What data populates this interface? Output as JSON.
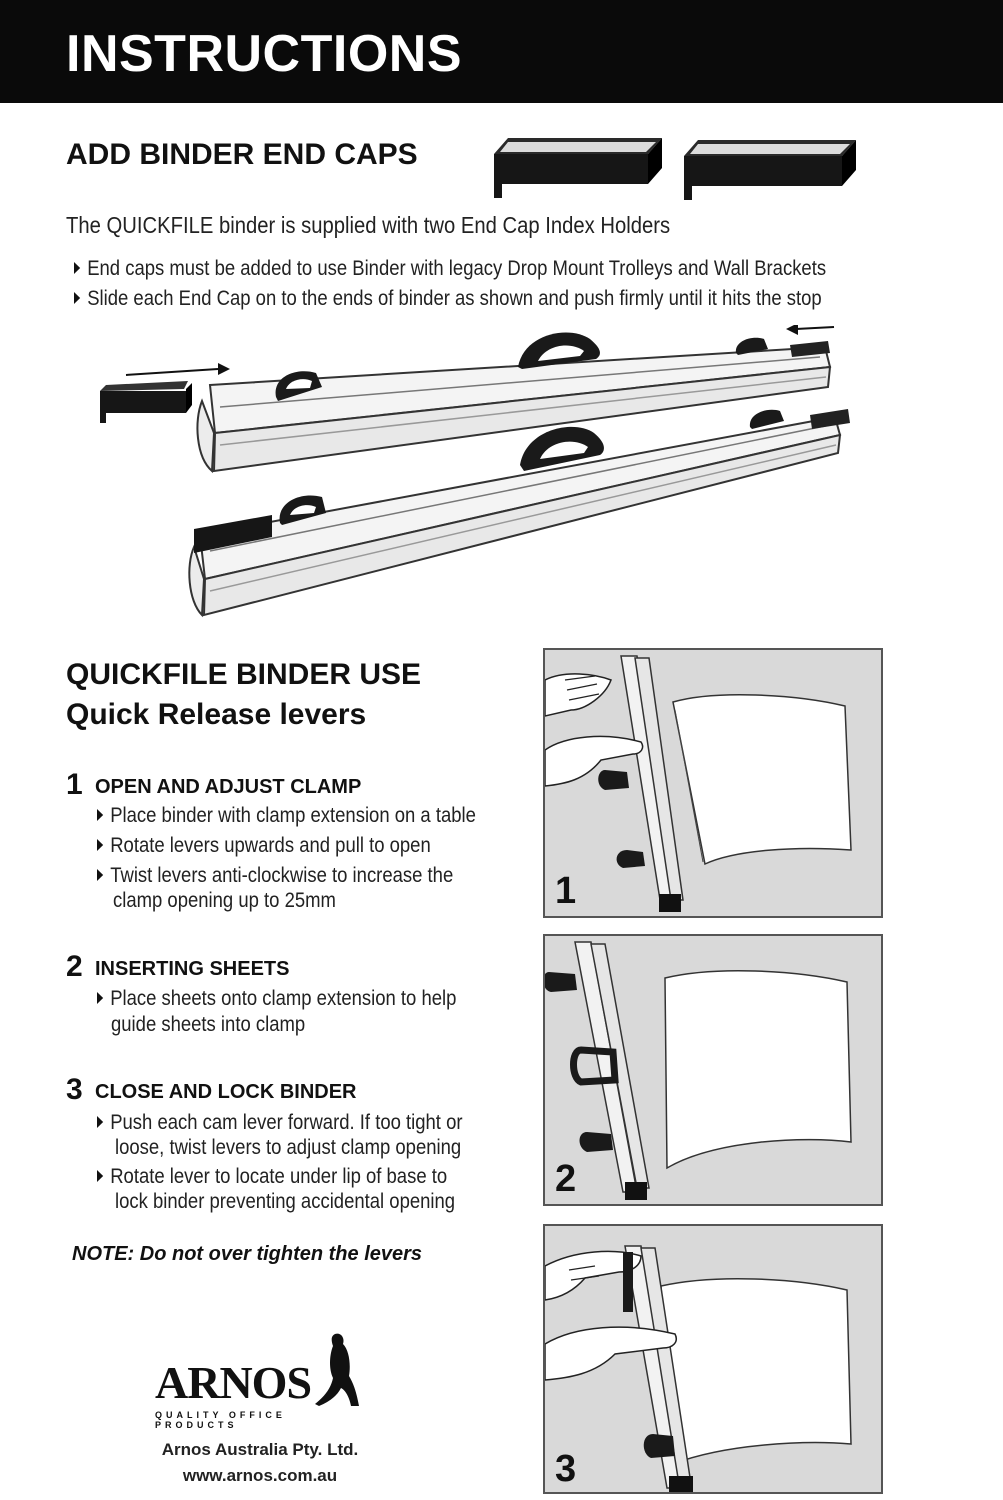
{
  "header": {
    "title": "INSTRUCTIONS"
  },
  "end_caps": {
    "heading": "ADD BINDER END CAPS",
    "intro": "The QUICKFILE binder is supplied with two End Cap Index Holders",
    "bullets": [
      "End caps must be added to use Binder with legacy Drop Mount Trolleys and Wall Brackets",
      "Slide each End Cap on to the ends of binder as shown and push firmly until it hits the stop"
    ]
  },
  "binder_use": {
    "heading1": "QUICKFILE BINDER USE",
    "heading2": "Quick Release levers",
    "steps": [
      {
        "num": "1",
        "title": "OPEN AND ADJUST CLAMP",
        "bullets": [
          [
            "Place binder with clamp extension on a table"
          ],
          [
            "Rotate levers upwards and pull to open"
          ],
          [
            "Twist levers anti-clockwise to increase the",
            "clamp opening up to 25mm"
          ]
        ]
      },
      {
        "num": "2",
        "title": "INSERTING SHEETS",
        "bullets": [
          [
            "Place sheets onto clamp extension to help",
            "guide sheets into clamp"
          ]
        ]
      },
      {
        "num": "3",
        "title": "CLOSE AND LOCK BINDER",
        "bullets": [
          [
            "Push each cam lever forward.  If too tight or",
            "loose, twist levers to adjust clamp opening"
          ],
          [
            "Rotate lever to locate under lip of base to",
            "lock binder preventing accidental opening"
          ]
        ]
      }
    ],
    "note": "NOTE: Do not over tighten the levers"
  },
  "panels": [
    {
      "label": "1"
    },
    {
      "label": "2"
    },
    {
      "label": "3"
    }
  ],
  "footer": {
    "logo": "ARNOS",
    "logo_tagline": "QUALITY OFFICE PRODUCTS",
    "company": "Arnos Australia Pty. Ltd.",
    "website": "www.arnos.com.au"
  }
}
